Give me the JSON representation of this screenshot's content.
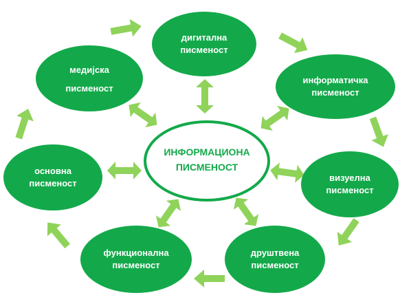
{
  "colors": {
    "node_fill": "#13a94a",
    "arrow_fill": "#8fd35a",
    "center_stroke": "#13a94a",
    "center_fill": "#ffffff",
    "center_text": "#13a94a",
    "node_text": "#ffffff"
  },
  "center": {
    "line1": "ИНФОРМАЦИОНА",
    "line2": "ПИСМЕНОСТ"
  },
  "nodes": [
    {
      "id": "digital",
      "line1": "дигитална",
      "line2": "писменост"
    },
    {
      "id": "informatics",
      "line1": "информатичка",
      "line2": "писменост"
    },
    {
      "id": "visual",
      "line1": "визуелна",
      "line2": "писменост"
    },
    {
      "id": "social",
      "line1": "друштвена",
      "line2": "писменост"
    },
    {
      "id": "functional",
      "line1": "функционална",
      "line2": "писменост"
    },
    {
      "id": "basic",
      "line1": "основна",
      "line2": "писменост"
    },
    {
      "id": "media",
      "line1": "медијска",
      "line2": "писменост"
    }
  ]
}
